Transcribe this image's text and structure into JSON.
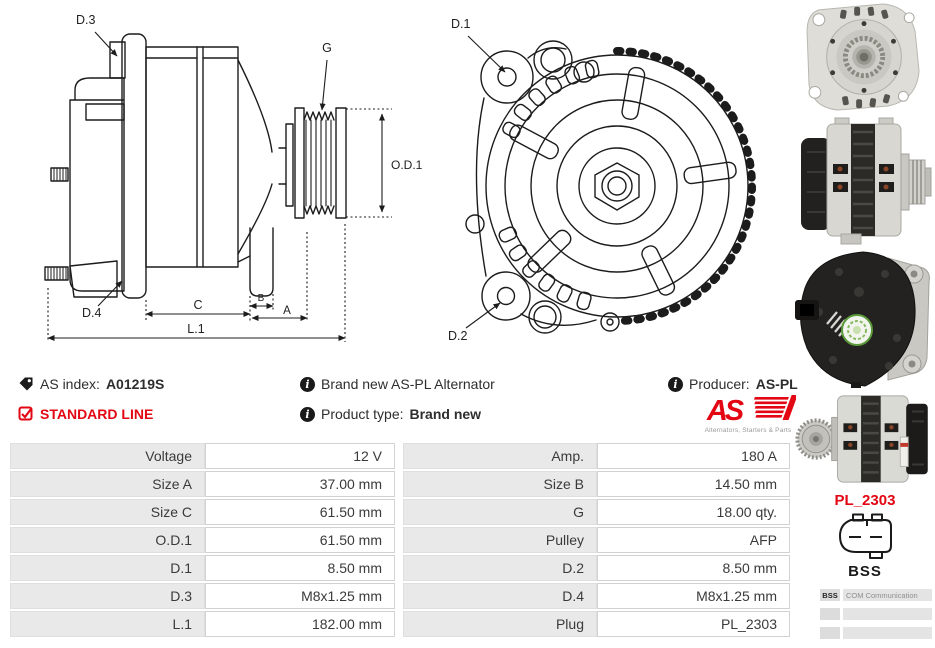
{
  "colors": {
    "accent_red": "#e30613",
    "table_label_bg": "#e9e9e9",
    "line_color": "#1c1c1c"
  },
  "drawings": {
    "side": {
      "d3": "D.3",
      "g": "G",
      "od1": "O.D.1",
      "d4": "D.4",
      "c": "C",
      "b": "B",
      "a": "A",
      "l1": "L.1"
    },
    "front": {
      "d1": "D.1",
      "d2": "D.2"
    }
  },
  "info": {
    "as_index_label": "AS index:",
    "as_index_value": "A01219S",
    "standard_line": "STANDARD LINE",
    "brand_new_text": "Brand new AS-PL Alternator",
    "product_type_label": "Product type:",
    "product_type_value": "Brand new",
    "producer_label": "Producer:",
    "producer_value": "AS-PL",
    "logo_text": "AS",
    "logo_tagline": "Alternators, Starters & Parts"
  },
  "specs": {
    "rows": [
      {
        "label1": "Voltage",
        "value1": "12 V",
        "label2": "Amp.",
        "value2": "180 A"
      },
      {
        "label1": "Size A",
        "value1": "37.00 mm",
        "label2": "Size B",
        "value2": "14.50 mm"
      },
      {
        "label1": "Size C",
        "value1": "61.50 mm",
        "label2": "G",
        "value2": "18.00 qty."
      },
      {
        "label1": "O.D.1",
        "value1": "61.50 mm",
        "label2": "Pulley",
        "value2": "AFP"
      },
      {
        "label1": "D.1",
        "value1": "8.50 mm",
        "label2": "D.2",
        "value2": "8.50 mm"
      },
      {
        "label1": "D.3",
        "value1": "M8x1.25 mm",
        "label2": "D.4",
        "value2": "M8x1.25 mm"
      },
      {
        "label1": "L.1",
        "value1": "182.00 mm",
        "label2": "Plug",
        "value2": "PL_2303"
      }
    ]
  },
  "sidebar": {
    "plug_code": "PL_2303",
    "plug_name": "BSS",
    "plug_table": [
      {
        "pin": "BSS",
        "desc": "COM Communication"
      },
      {
        "pin": "",
        "desc": ""
      },
      {
        "pin": "",
        "desc": ""
      }
    ]
  }
}
